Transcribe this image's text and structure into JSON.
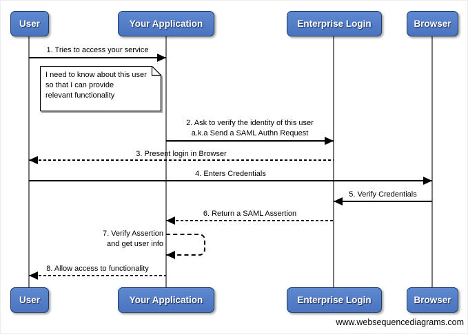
{
  "diagram": {
    "participants": [
      {
        "id": "user",
        "name": "User"
      },
      {
        "id": "your-application",
        "name": "Your Application"
      },
      {
        "id": "enterprise-login",
        "name": "Enterprise Login"
      },
      {
        "id": "browser",
        "name": "Browser"
      }
    ],
    "note": {
      "attached_to": "your-application",
      "lines": [
        "I need to know about this user",
        "so that I can provide",
        "relevant functionality"
      ]
    },
    "messages": [
      {
        "label": "1. Tries to access your service",
        "from": "User",
        "to": "Your Application",
        "line": "solid"
      },
      {
        "label": "2. Ask to verify the identity of this user",
        "label2": "a.k.a Send a SAML Authn Request",
        "from": "Your Application",
        "to": "Enterprise Login",
        "line": "solid"
      },
      {
        "label": "3. Present login in Browser",
        "from": "Enterprise Login",
        "to": "User",
        "line": "dashed"
      },
      {
        "label": "4. Enters Credentials",
        "from": "User",
        "to": "Browser",
        "line": "solid"
      },
      {
        "label": "5. Verify Credentials",
        "from": "Browser",
        "to": "Enterprise Login",
        "line": "solid"
      },
      {
        "label": "6. Return a SAML Assertion",
        "from": "Enterprise Login",
        "to": "Your Application",
        "line": "dashed"
      },
      {
        "label": "7. Verify Assertion",
        "label2": "and get user info",
        "from": "Your Application",
        "to": "Your Application",
        "line": "dashed"
      },
      {
        "label": "8. Allow access to functionality",
        "from": "Your Application",
        "to": "User",
        "line": "dashed"
      }
    ],
    "watermark": "www.websequencediagrams.com",
    "colors": {
      "participant_fill": "#4d79c3",
      "participant_border": "#1c3a6e",
      "participant_text": "#ffffff",
      "lifeline": "#757575",
      "arrow": "#000000",
      "note_fill": "#ffffff",
      "note_border": "#000000",
      "background": "#ffffff"
    }
  }
}
